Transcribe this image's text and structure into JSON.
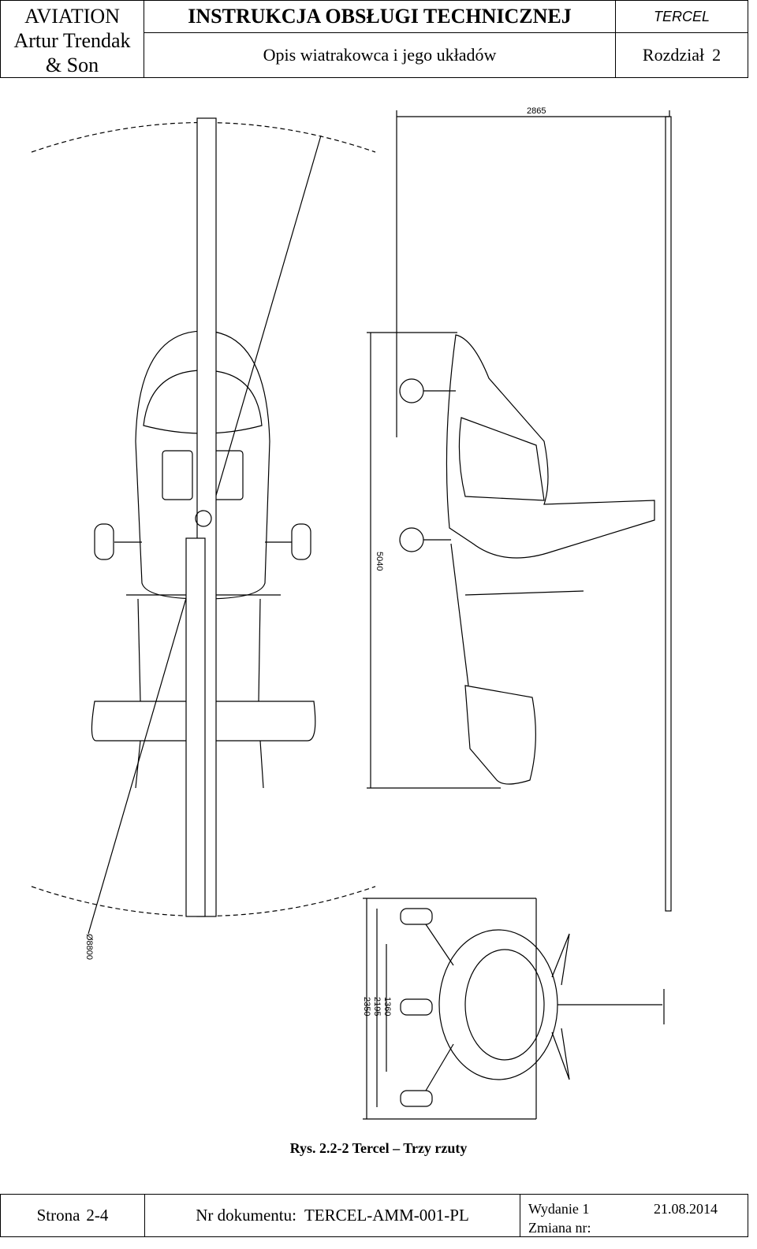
{
  "header": {
    "company_lines": [
      "AVIATION",
      "Artur Trendak",
      "& Son"
    ],
    "title": "INSTRUKCJA OBSŁUGI TECHNICZNEJ",
    "brand": "TERCEL",
    "subtitle": "Opis wiatrakowca i jego układów",
    "chapter_label": "Rozdział",
    "chapter_number": "2"
  },
  "drawing": {
    "dimensions": {
      "top_width": "2865",
      "side_length": "5040",
      "rotor_diameter": "Ø8800",
      "track_outer": "2350",
      "track_mid": "2195",
      "track_inner": "1360"
    }
  },
  "caption": "Rys. 2.2-2 Tercel – Trzy rzuty",
  "footer": {
    "page_label": "Strona",
    "page_number": "2-4",
    "doc_label": "Nr dokumentu:",
    "doc_number": "TERCEL-AMM-001-PL",
    "edition_label": "Wydanie 1",
    "edition_date": "21.08.2014",
    "change_label": "Zmiana nr:"
  }
}
